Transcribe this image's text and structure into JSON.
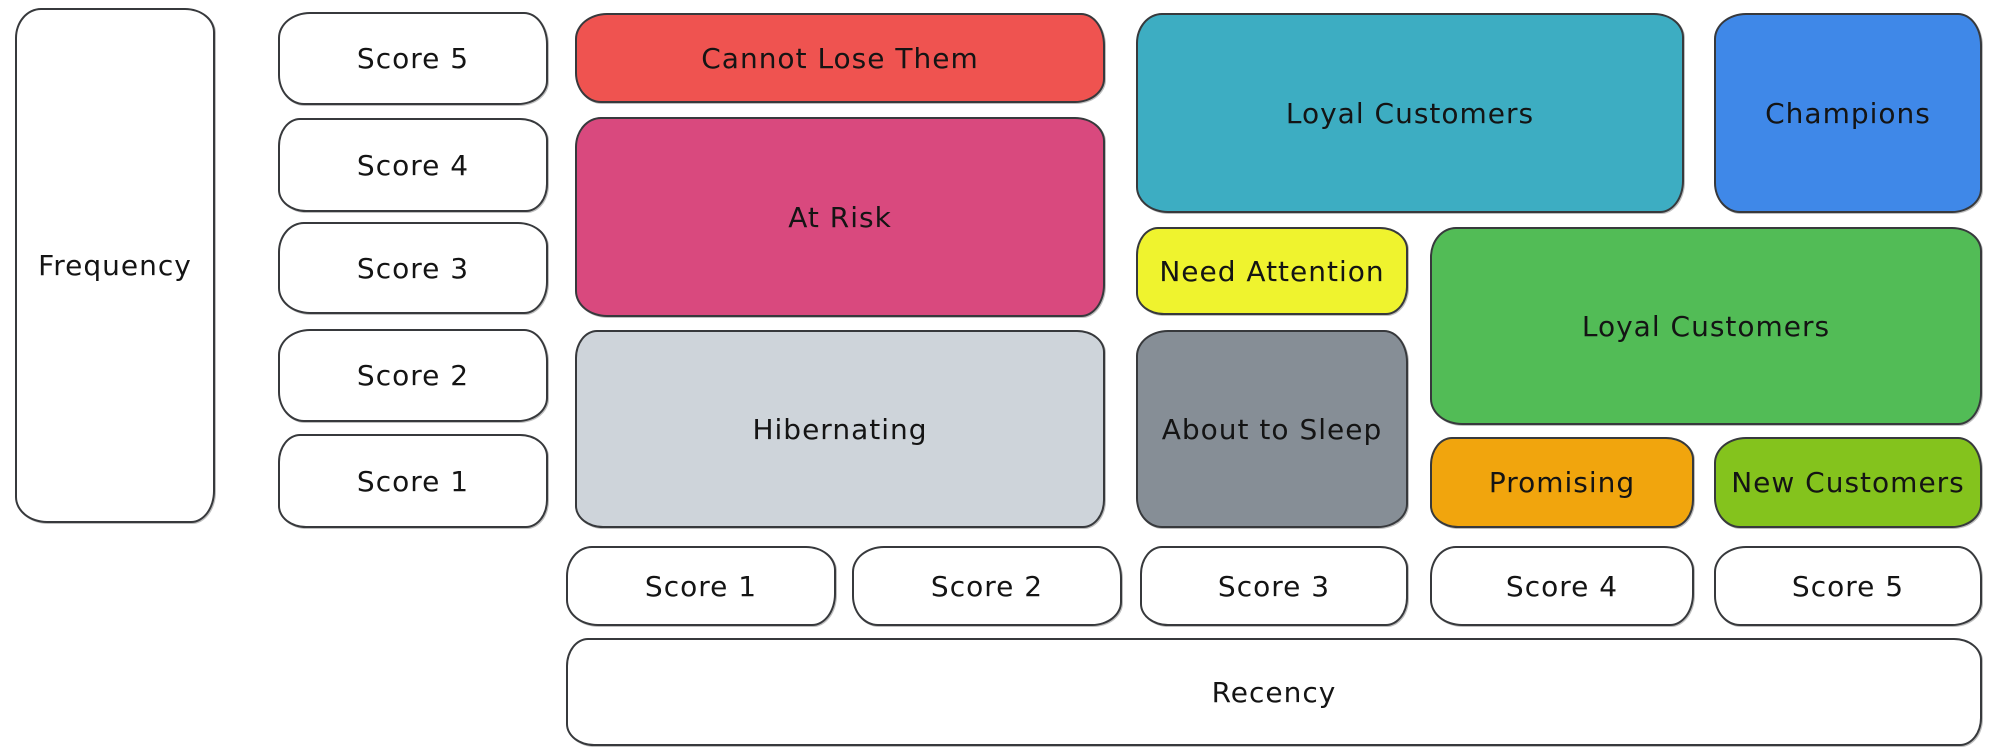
{
  "axes": {
    "frequency": {
      "label": "Frequency",
      "scores": [
        "Score 5",
        "Score 4",
        "Score 3",
        "Score 2",
        "Score 1"
      ]
    },
    "recency": {
      "label": "Recency",
      "scores": [
        "Score 1",
        "Score 2",
        "Score 3",
        "Score 4",
        "Score 5"
      ]
    }
  },
  "segments": [
    {
      "id": "cannot-lose-them",
      "label": "Cannot Lose Them",
      "color": "#ef5350"
    },
    {
      "id": "at-risk",
      "label": "At Risk",
      "color": "#d9497e"
    },
    {
      "id": "hibernating",
      "label": "Hibernating",
      "color": "#ced4da"
    },
    {
      "id": "loyal-customers-top",
      "label": "Loyal Customers",
      "color": "#3dadc2"
    },
    {
      "id": "champions",
      "label": "Champions",
      "color": "#3f88e8"
    },
    {
      "id": "need-attention",
      "label": "Need Attention",
      "color": "#eff32e"
    },
    {
      "id": "about-to-sleep",
      "label": "About to Sleep",
      "color": "#868e96"
    },
    {
      "id": "loyal-customers-mid",
      "label": "Loyal Customers",
      "color": "#52bc56"
    },
    {
      "id": "promising",
      "label": "Promising",
      "color": "#f1a50d"
    },
    {
      "id": "new-customers",
      "label": "New Customers",
      "color": "#84c31d"
    }
  ]
}
